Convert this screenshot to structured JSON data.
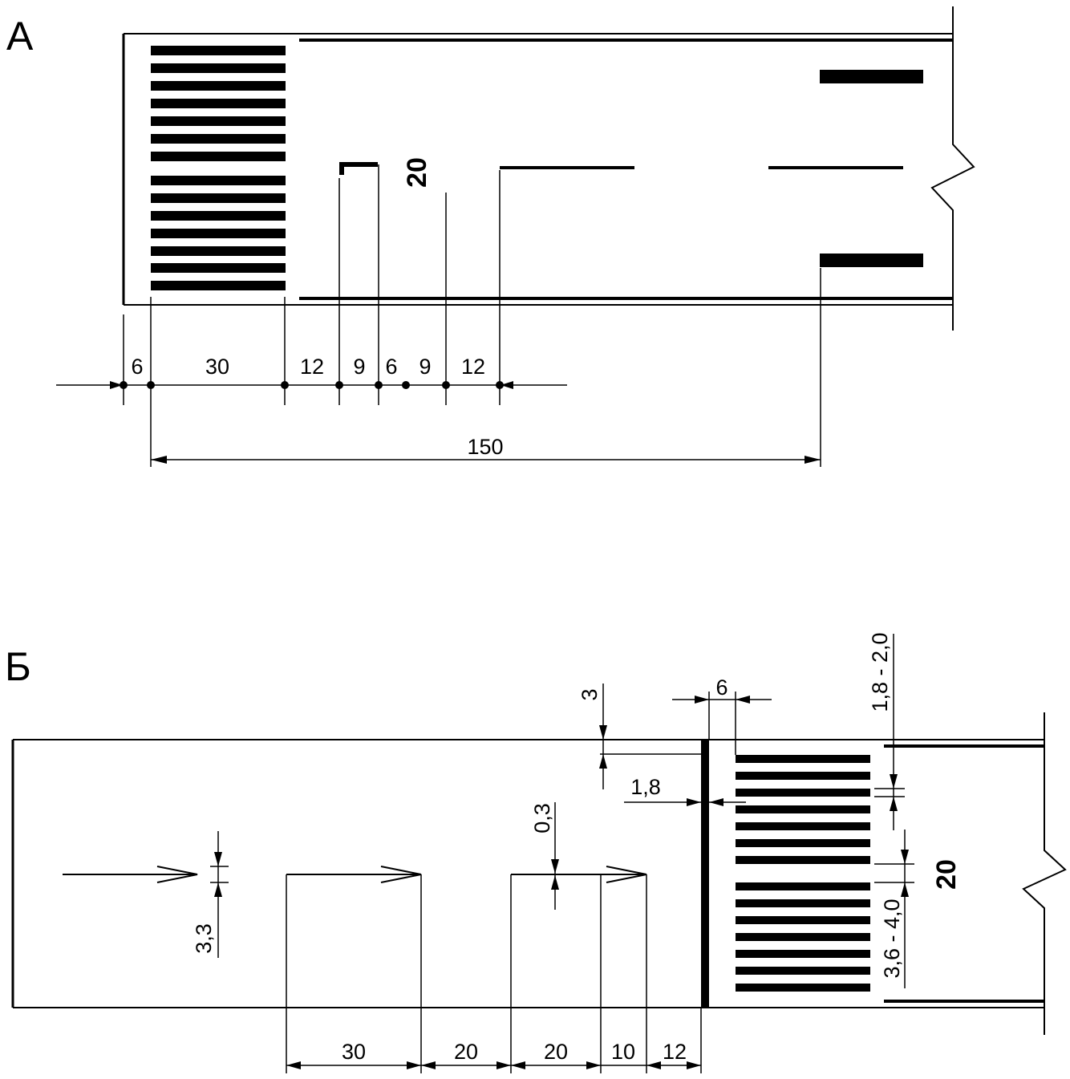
{
  "diagram": {
    "colors": {
      "ink": "#000000",
      "paper": "#ffffff"
    },
    "panel_a": {
      "label": "А",
      "marking_number": "20",
      "dimensions": [
        "6",
        "30",
        "12",
        "9",
        "6",
        "9",
        "12"
      ],
      "overall_dimension": "150"
    },
    "panel_b": {
      "label": "Б",
      "marking_number": "20",
      "bottom_dimensions": [
        "30",
        "20",
        "20",
        "10",
        "12"
      ],
      "stop_line_gap": "3",
      "stop_line_width": "6",
      "stop_line_offset": "1,8",
      "line_width": "0,3",
      "arrow_spacing": "3,3",
      "stripe_width_range": "1,8 - 2,0",
      "stripe_gap_range": "3,6 - 4,0"
    }
  }
}
